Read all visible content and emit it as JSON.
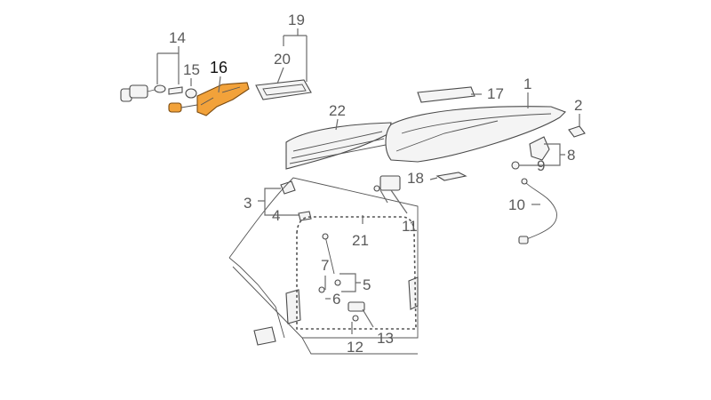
{
  "diagram": {
    "callouts": [
      "14",
      "15",
      "16",
      "19",
      "20",
      "22",
      "17",
      "1",
      "2",
      "8",
      "9",
      "18",
      "10",
      "3",
      "4",
      "11",
      "21",
      "7",
      "5",
      "6",
      "13",
      "12"
    ],
    "highlight_color": "#f2a23a",
    "line_color": "#5a5a5a"
  }
}
